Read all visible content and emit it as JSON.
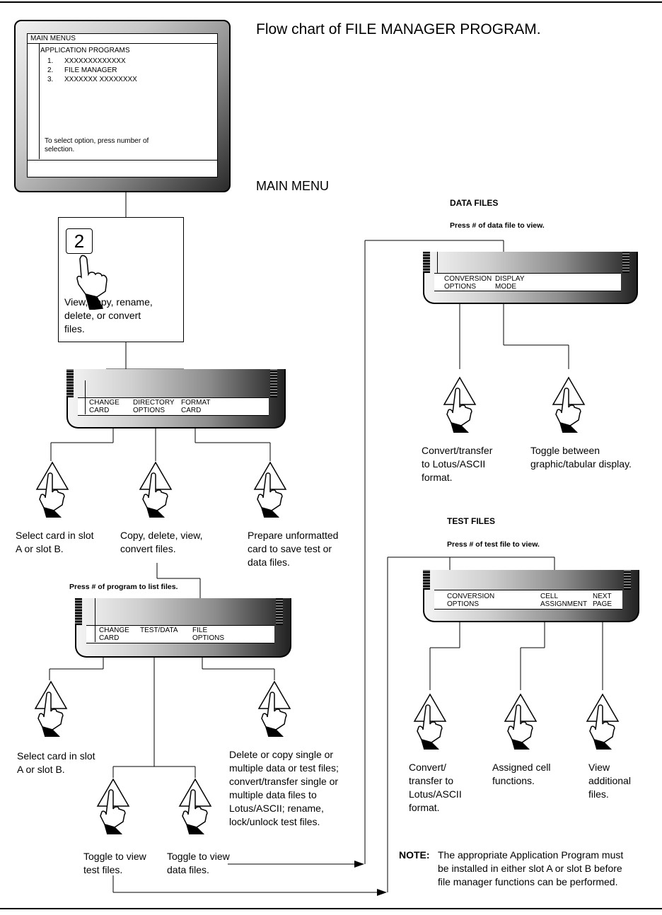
{
  "title": "Flow chart of FILE MANAGER PROGRAM.",
  "main_menu_label": "MAIN MENU",
  "monitor": {
    "header": "MAIN MENUS",
    "subheader": "APPLICATION PROGRAMS",
    "items": [
      {
        "num": "1.",
        "label": "XXXXXXXXXXXXX"
      },
      {
        "num": "2.",
        "label": "FILE MANAGER"
      },
      {
        "num": "3.",
        "label": "XXXXXXX XXXXXXXX"
      }
    ],
    "instruction": "To select option, press number of\nselection."
  },
  "key_press": {
    "key": "2",
    "description": "View, copy, rename,\ndelete, or convert\nfiles."
  },
  "file_manager_keys": {
    "change_card": "CHANGE\nCARD",
    "directory_options": "DIRECTORY\nOPTIONS",
    "format_card": "FORMAT\nCARD"
  },
  "captions": {
    "select_card_1": "Select card in slot\nA or slot B.",
    "copy_delete": "Copy, delete, view,\nconvert files.",
    "prepare": "Prepare unformatted\ncard to save test or\ndata files.",
    "select_card_2": "Select card in slot\nA or slot B.",
    "delete_copy": "Delete or copy single or\nmultiple data or test files;\nconvert/transfer single or\nmultiple data files to\nLotus/ASCII; rename,\nlock/unlock test files.",
    "toggle_test": "Toggle to view\ntest files.",
    "toggle_data": "Toggle to view\ndata files.",
    "data_convert": "Convert/transfer\nto Lotus/ASCII\nformat.",
    "toggle_display": "Toggle between\ngraphic/tabular display.",
    "test_convert": "Convert/\ntransfer to\nLotus/ASCII\nformat.",
    "assigned_cell": "Assigned cell\nfunctions.",
    "view_additional": "View\nadditional\nfiles."
  },
  "press_program": "Press # of program to list files.",
  "directory_keys": {
    "change_card": "CHANGE\nCARD",
    "test_data": "TEST/DATA",
    "file_options": "FILE\nOPTIONS"
  },
  "data_files": {
    "heading": "DATA FILES",
    "instruction": "Press # of data file to view.",
    "conversion_options": "CONVERSION\nOPTIONS",
    "display_mode": "DISPLAY\nMODE"
  },
  "test_files": {
    "heading": "TEST FILES",
    "instruction": "Press # of test file to view.",
    "conversion_options": "CONVERSION\nOPTIONS",
    "cell_assignment": "CELL\nASSIGNMENT",
    "next_page": "NEXT\nPAGE"
  },
  "note": {
    "label": "NOTE:",
    "text": "The appropriate Application Program must\nbe installed in either slot A or slot B before\nfile manager functions can be performed."
  }
}
